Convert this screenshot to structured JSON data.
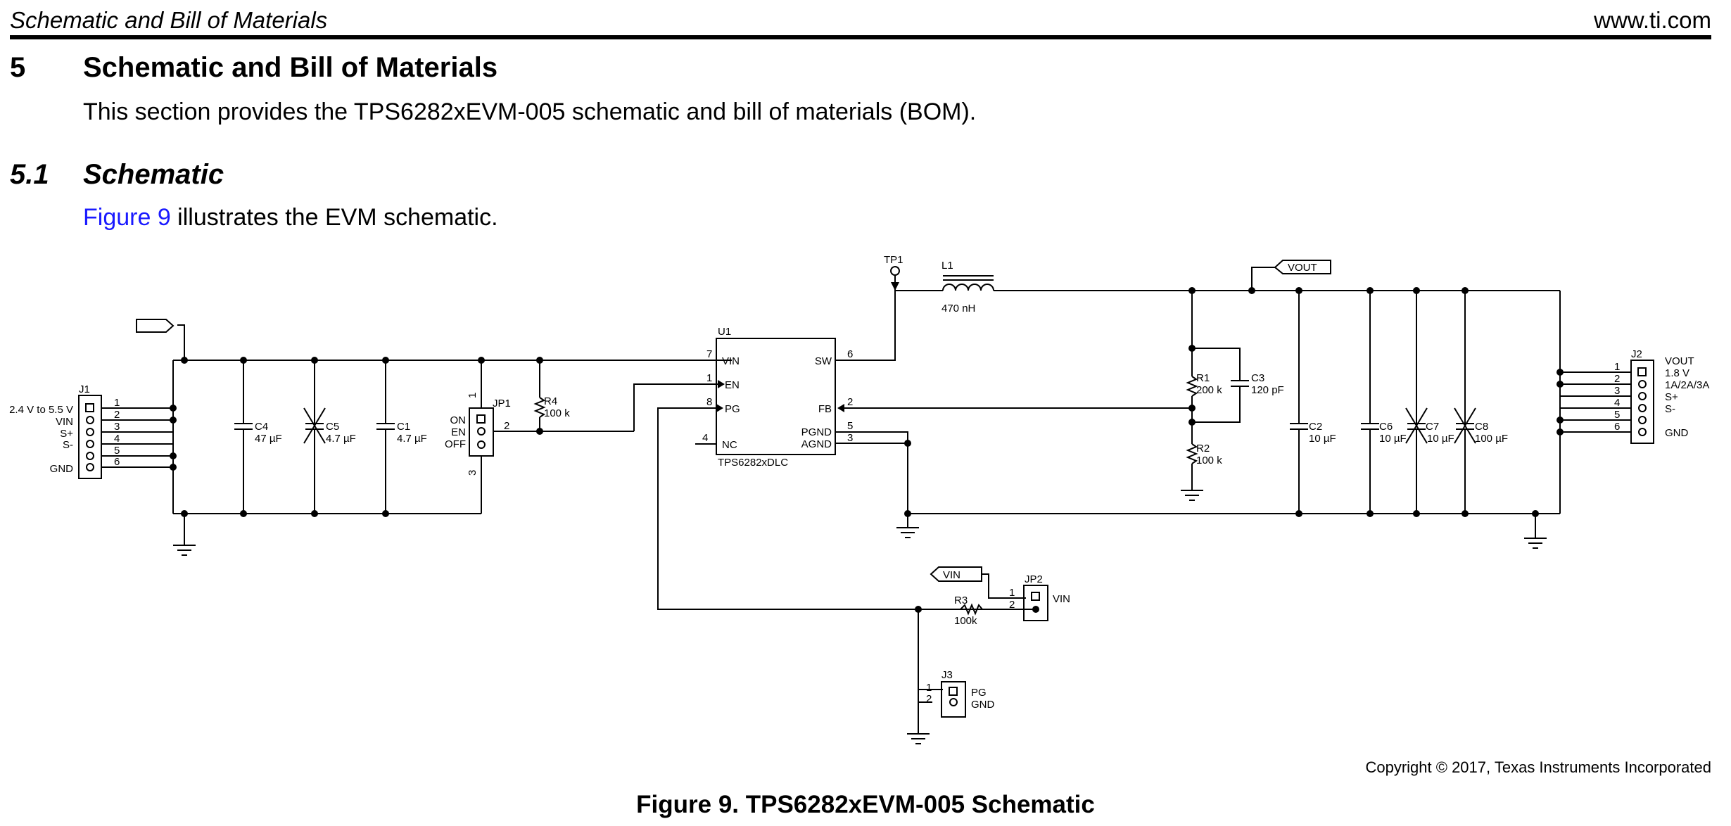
{
  "header": {
    "left": "Schematic and Bill of Materials",
    "right": "www.ti.com"
  },
  "section": {
    "number": "5",
    "title": "Schematic and Bill of Materials",
    "intro": "This section provides the TPS6282xEVM-005 schematic and bill of materials (BOM)."
  },
  "subsection": {
    "number": "5.1",
    "title": "Schematic",
    "link": "Figure 9",
    "text": " illustrates the EVM schematic."
  },
  "schematic": {
    "j1": {
      "ref": "J1",
      "voltage": "2.4 V to 5.5 V",
      "labels": [
        "VIN",
        "S+",
        "S-",
        "GND"
      ],
      "pins": [
        "1",
        "2",
        "3",
        "4",
        "5",
        "6"
      ]
    },
    "c4": {
      "ref": "C4",
      "value": "47 µF"
    },
    "c5": {
      "ref": "C5",
      "value": "4.7 µF"
    },
    "c1": {
      "ref": "C1",
      "value": "4.7 µF"
    },
    "jp1": {
      "ref": "JP1",
      "labels": [
        "ON",
        "EN",
        "OFF"
      ],
      "pins": [
        "1",
        "2",
        "3"
      ]
    },
    "r4": {
      "ref": "R4",
      "value": "100 k"
    },
    "u1": {
      "ref": "U1",
      "part": "TPS6282xDLC",
      "left_pins": [
        {
          "num": "7",
          "name": "VIN"
        },
        {
          "num": "1",
          "name": "EN"
        },
        {
          "num": "8",
          "name": "PG"
        },
        {
          "num": "4",
          "name": "NC"
        }
      ],
      "right_pins": [
        {
          "num": "6",
          "name": "SW"
        },
        {
          "num": "2",
          "name": "FB"
        },
        {
          "num": "5",
          "name": "PGND"
        },
        {
          "num": "3",
          "name": "AGND"
        }
      ]
    },
    "tp1": {
      "ref": "TP1"
    },
    "l1": {
      "ref": "L1",
      "value": "470 nH"
    },
    "vout_flag": "VOUT",
    "r1": {
      "ref": "R1",
      "value": "200 k"
    },
    "c3": {
      "ref": "C3",
      "value": "120 pF"
    },
    "r2": {
      "ref": "R2",
      "value": "100 k"
    },
    "c2": {
      "ref": "C2",
      "value": "10 µF"
    },
    "c6": {
      "ref": "C6",
      "value": "10 µF"
    },
    "c7": {
      "ref": "C7",
      "value": "10 µF"
    },
    "c8": {
      "ref": "C8",
      "value": "100 µF"
    },
    "j2": {
      "ref": "J2",
      "labels": [
        "VOUT",
        "1.8 V",
        "1A/2A/3A",
        "S+",
        "S-",
        "GND"
      ],
      "pins": [
        "1",
        "2",
        "3",
        "4",
        "5",
        "6"
      ]
    },
    "vin_flag": "VIN",
    "jp2": {
      "ref": "JP2",
      "label": "VIN",
      "pins": [
        "1",
        "2"
      ]
    },
    "r3": {
      "ref": "R3",
      "value": "100k"
    },
    "j3": {
      "ref": "J3",
      "labels": [
        "PG",
        "GND"
      ],
      "pins": [
        "1",
        "2"
      ]
    }
  },
  "copyright": "Copyright © 2017, Texas Instruments Incorporated",
  "caption": "Figure 9. TPS6282xEVM-005 Schematic"
}
